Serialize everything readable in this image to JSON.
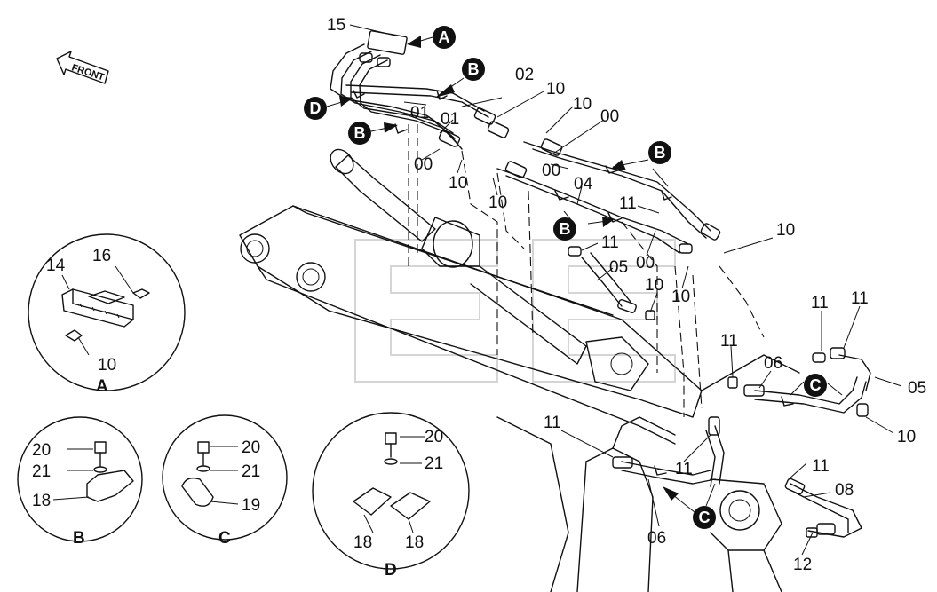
{
  "front_label": "FRONT",
  "watermark": "",
  "part_labels": {
    "p15": "15",
    "p02": "02",
    "p10a": "10",
    "p10b": "10",
    "p00a": "00",
    "p01a": "01",
    "p01b": "01",
    "p00b": "00",
    "p10c": "10",
    "p10d": "10",
    "p00c": "00",
    "p04": "04",
    "p11a": "11",
    "p11b": "11",
    "p10e": "10",
    "p05a": "05",
    "p00d": "00",
    "p10f": "10",
    "p10g": "10",
    "p11c": "11",
    "p11d": "11",
    "p11e": "11",
    "p06a": "06",
    "p05b": "05",
    "p10h": "10",
    "p11f": "11",
    "p11g": "11",
    "p11h": "11",
    "p08": "08",
    "p06b": "06",
    "p12": "12"
  },
  "ref_markers": {
    "A": "A",
    "B1": "B",
    "B2": "B",
    "B3": "B",
    "B4": "B",
    "D": "D",
    "C1": "C",
    "C2": "C"
  },
  "detail_views": {
    "A": {
      "caption": "A",
      "labels": {
        "p14": "14",
        "p16": "16",
        "p10": "10"
      }
    },
    "B": {
      "caption": "B",
      "labels": {
        "p20": "20",
        "p21": "21",
        "p18": "18"
      }
    },
    "C": {
      "caption": "C",
      "labels": {
        "p20": "20",
        "p21": "21",
        "p19": "19"
      }
    },
    "D": {
      "caption": "D",
      "labels": {
        "p20": "20",
        "p21": "21",
        "p18a": "18",
        "p18b": "18"
      }
    }
  }
}
